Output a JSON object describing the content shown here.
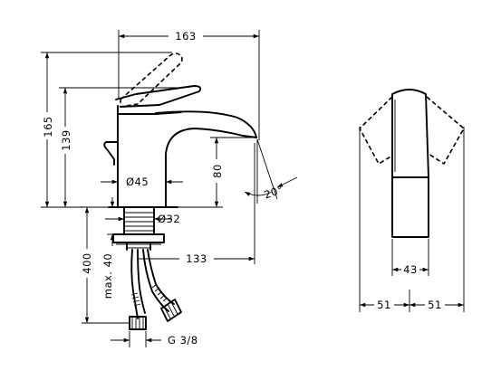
{
  "dimensions": {
    "width_top": "163",
    "height_total": "165",
    "height_spout": "139",
    "height_outlet": "80",
    "spout_angle": "20°",
    "body_diameter": "Ø45",
    "shank_diameter": "Ø32",
    "projection": "133",
    "hose_length": "400",
    "max_thickness": "max. 40",
    "connection": "G 3/8",
    "lever_width": "43",
    "side_left": "51",
    "side_right": "51"
  }
}
